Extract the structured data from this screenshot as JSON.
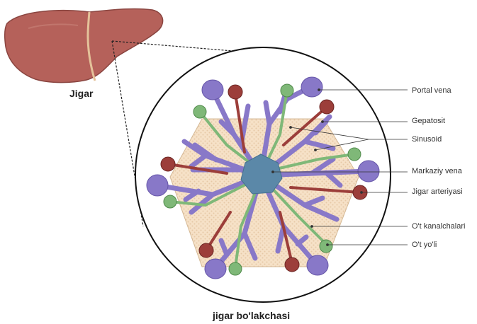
{
  "title": "",
  "liver_caption": "Jigar",
  "lobule_caption": "jigar bo'lakchasi",
  "labels": {
    "portal_vein": "Portal vena",
    "hepatocyte": "Gepatosit",
    "sinusoid": "Sinusoid",
    "central_vein": "Markaziy vena",
    "hepatic_artery": "Jigar arteriyasi",
    "bile_canaliculi": "O't kanalchalari",
    "bile_duct": "O't yo'li"
  },
  "colors": {
    "liver": "#b5615a",
    "liver_outline": "#8a4540",
    "hepatocyte_fill": "#f6e1c7",
    "portal_vein": "#8878c8",
    "hepatic_artery": "#9c3e3a",
    "bile_duct": "#7fb878",
    "central_vein": "#5b88a8"
  }
}
